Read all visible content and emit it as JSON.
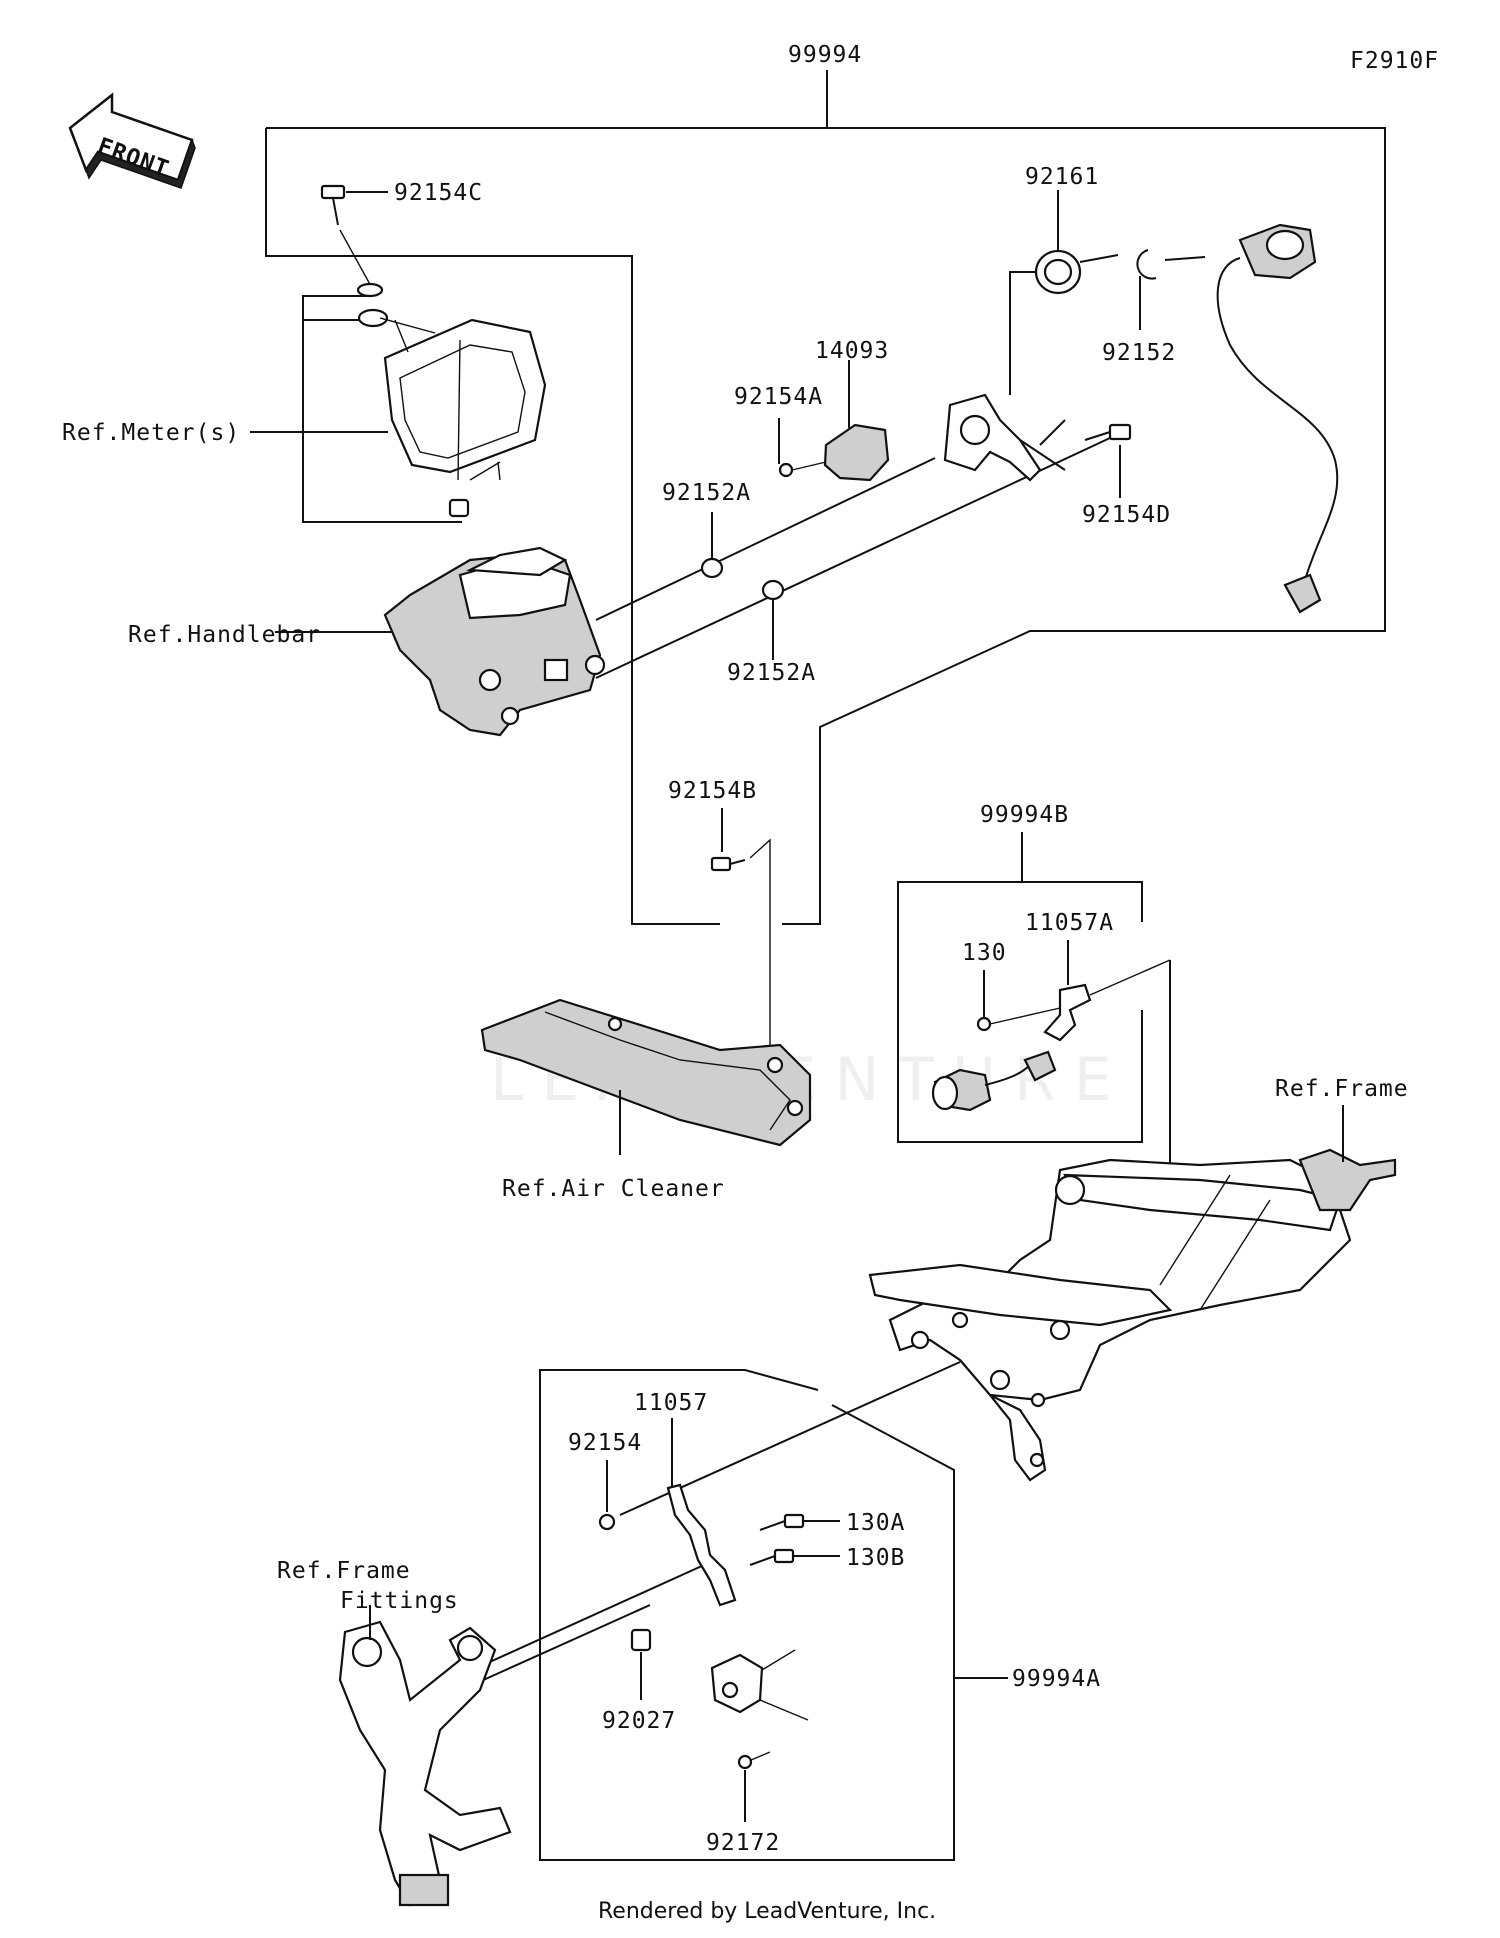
{
  "figure_code": "F2910F",
  "front_arrow_label": "FRONT",
  "watermark": "LEADVENTURE",
  "footer": "Rendered by LeadVenture, Inc.",
  "labels": {
    "kit_main": "99994",
    "kit_b": "99994B",
    "kit_a": "99994A",
    "p92154C": "92154C",
    "p92161": "92161",
    "p92152": "92152",
    "p14093": "14093",
    "p92154A": "92154A",
    "p92152A_1": "92152A",
    "p92152A_2": "92152A",
    "p92154D": "92154D",
    "p92154B": "92154B",
    "p11057A": "11057A",
    "p130": "130",
    "p11057": "11057",
    "p92154": "92154",
    "p130A": "130A",
    "p130B": "130B",
    "p92027": "92027",
    "p92172": "92172"
  },
  "refs": {
    "meters": "Ref.Meter(s)",
    "handlebar": "Ref.Handlebar",
    "air_cleaner": "Ref.Air Cleaner",
    "frame": "Ref.Frame",
    "frame_fittings_1": "Ref.Frame",
    "frame_fittings_2": "Fittings"
  }
}
